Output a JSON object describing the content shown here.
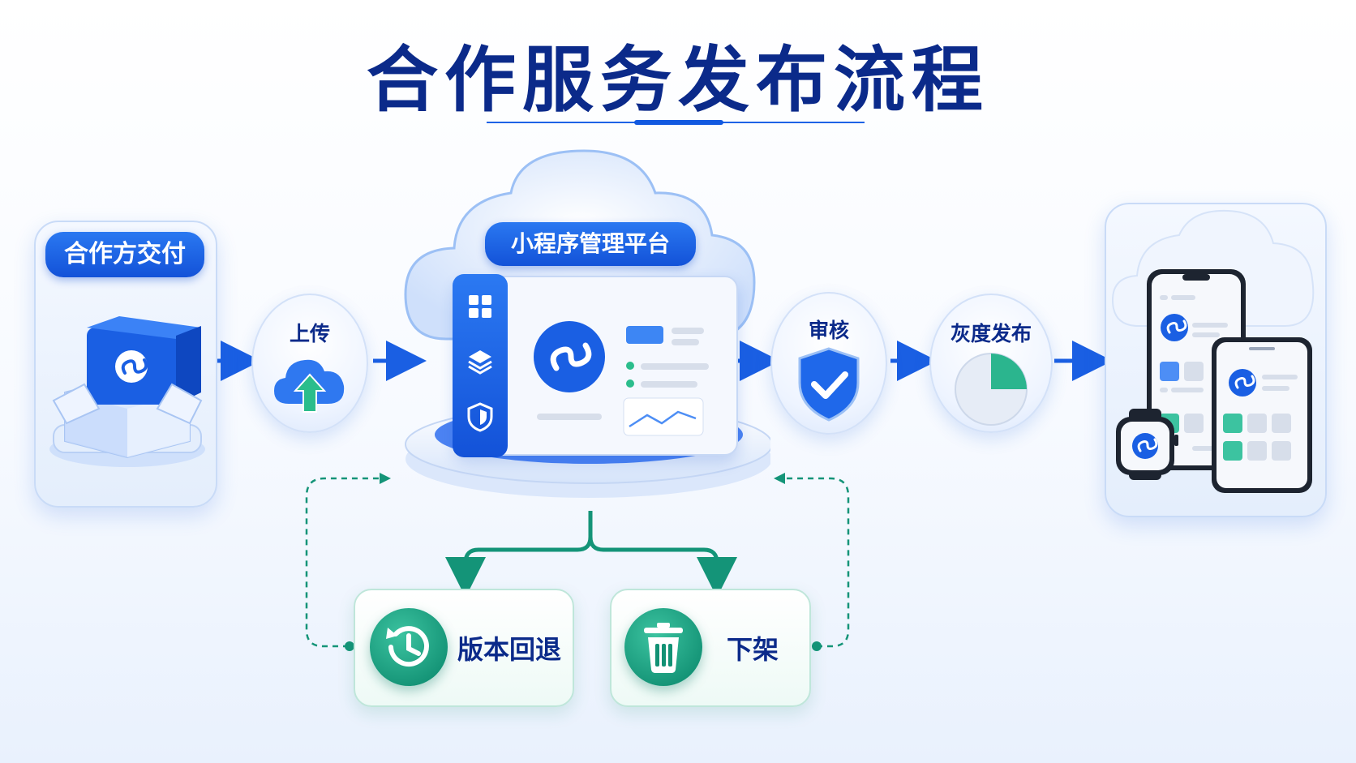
{
  "title": "合作服务发布流程",
  "colors": {
    "primary": "#1a5fe3",
    "title": "#0b2a8a",
    "green": "#129174"
  },
  "steps": {
    "delivery": {
      "label": "合作方交付",
      "icon": "package-box-icon"
    },
    "upload": {
      "label": "上传",
      "icon": "cloud-upload-icon"
    },
    "platform": {
      "label": "小程序管理平台",
      "icon": "mini-program-logo-icon"
    },
    "review": {
      "label": "审核",
      "icon": "shield-check-icon"
    },
    "gray_release": {
      "label": "灰度发布",
      "icon": "pie-progress-icon"
    },
    "devices": {
      "icon": "devices-icon"
    }
  },
  "actions": {
    "rollback": {
      "label": "版本回退",
      "icon": "history-clock-icon"
    },
    "takedown": {
      "label": "下架",
      "icon": "trash-icon"
    }
  }
}
